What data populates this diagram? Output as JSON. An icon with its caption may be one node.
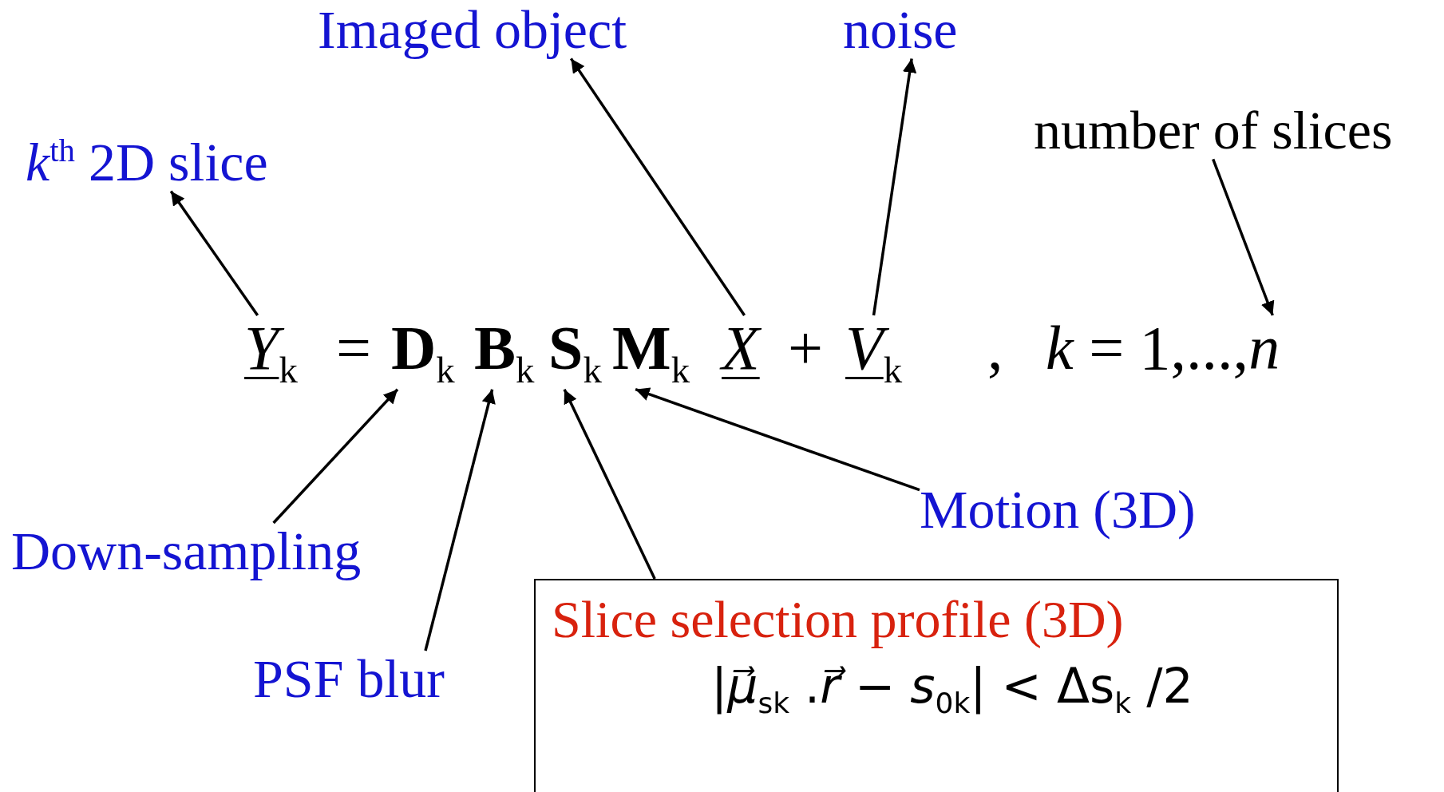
{
  "diagram": {
    "nodes": [
      {
        "text": [
          "*k*$^{th}$ 2D slice"
        ]
      },
      {
        "text": [
          "Imaged object"
        ]
      },
      {
        "text": [
          "noise"
        ]
      },
      {
        "text": [
          "number of slices"
        ]
      },
      {
        "text": [
          "*Y*$_{k}$"
        ]
      },
      {
        "text": [
          "**D**$_{k}$"
        ]
      },
      {
        "text": [
          "**B**$_{k}$"
        ]
      },
      {
        "text": [
          "**S**$_{k}$"
        ]
      },
      {
        "text": [
          "**M**$_{k}$"
        ]
      },
      {
        "text": [
          "*X*"
        ]
      },
      {
        "text": [
          "*V*$_{k}$"
        ]
      },
      {
        "text": [
          "*k* = 1,...,*n*"
        ]
      },
      {
        "text": [
          "Down-sampling"
        ]
      },
      {
        "text": [
          "PSF blur"
        ]
      },
      {
        "text": [
          "Motion (3D)"
        ]
      },
      {
        "text": [
          "Slice selection profile (3D)",
          "|*μ⃗*$_{sk}$ .*r⃗* − *s*$_{0k}$| < Δs$_{k}$ /2"
        ]
      }
    ],
    "edges": [
      {
        "from": 4,
        "to": 0,
        "arrow": "to"
      },
      {
        "from": 9,
        "to": 1,
        "arrow": "to"
      },
      {
        "from": 10,
        "to": 2,
        "arrow": "to"
      },
      {
        "from": 3,
        "to": 11,
        "arrow": "to"
      },
      {
        "from": 12,
        "to": 5,
        "arrow": "to"
      },
      {
        "from": 13,
        "to": 6,
        "arrow": "to"
      },
      {
        "from": 15,
        "to": 7,
        "arrow": "to"
      },
      {
        "from": 14,
        "to": 8,
        "arrow": "to"
      }
    ],
    "labels": [
      "=",
      "+",
      ","
    ]
  }
}
